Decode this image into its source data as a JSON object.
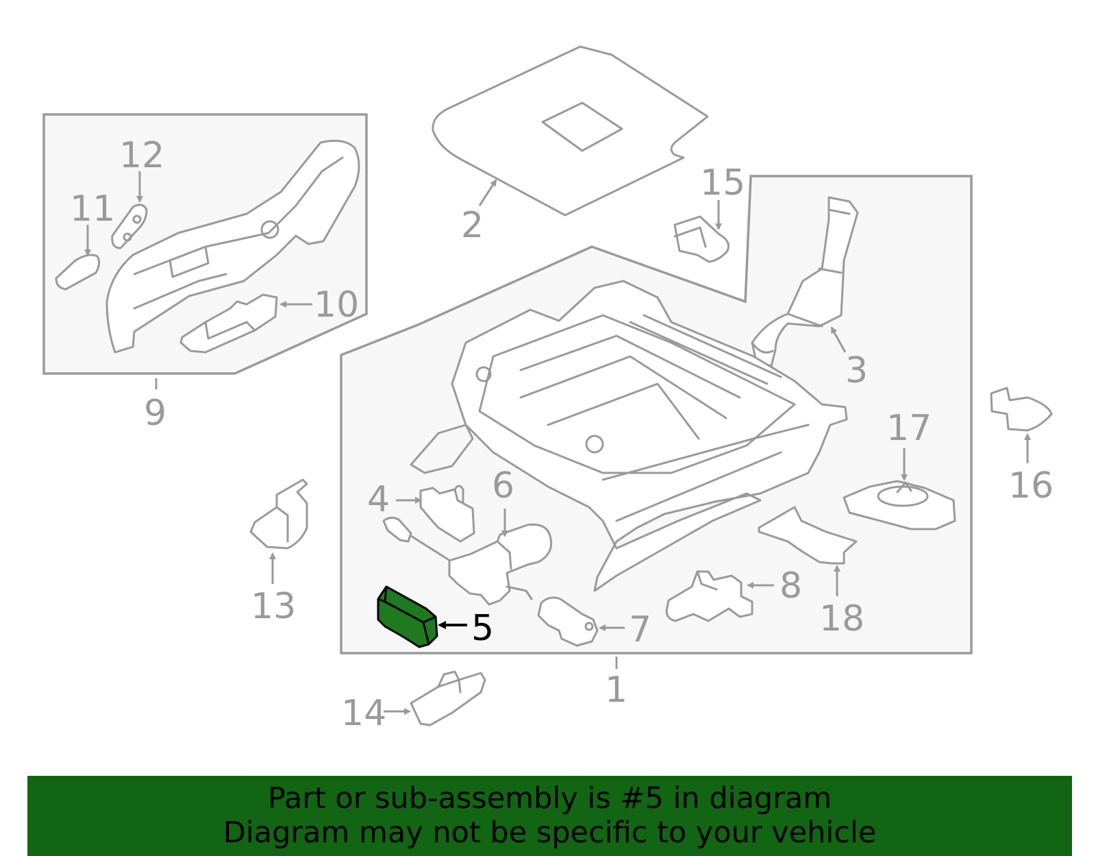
{
  "colors": {
    "highlight_part": "#1f7a1f",
    "banner_background": "#126512",
    "line_gray": "#9a9a9a",
    "box_fill": "#f7f7f7"
  },
  "highlighted_part": "5",
  "callouts": {
    "c1": "1",
    "c2": "2",
    "c3": "3",
    "c4": "4",
    "c5": "5",
    "c6": "6",
    "c7": "7",
    "c8": "8",
    "c9": "9",
    "c10": "10",
    "c11": "11",
    "c12": "12",
    "c13": "13",
    "c14": "14",
    "c15": "15",
    "c16": "16",
    "c17": "17",
    "c18": "18"
  },
  "banner": {
    "line1": "Part or sub-assembly is #5 in diagram",
    "line2": "Diagram may not be specific to your vehicle"
  }
}
